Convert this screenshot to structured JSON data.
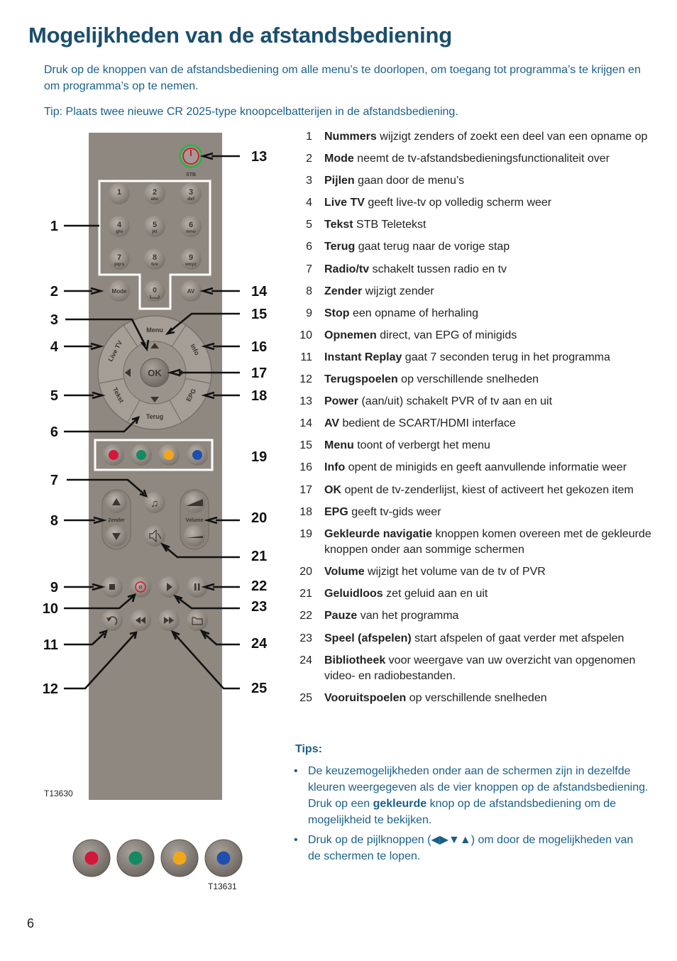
{
  "title": "Mogelijkheden van de afstandsbediening",
  "intro": "Druk op de knoppen van de afstandsbediening om alle menu’s te doorlopen, om toegang tot programma’s te krijgen en om programma’s op te nemen.",
  "tip": "Tip: Plaats twee nieuwe CR 2025-type knoopcelbatterijen in de afstandsbediening.",
  "figure": {
    "remote_code": "T13630",
    "buttons_code": "T13631",
    "stb_label": "STB",
    "numpad": [
      {
        "digit": "1",
        "letters": ""
      },
      {
        "digit": "2",
        "letters": "abc"
      },
      {
        "digit": "3",
        "letters": "def"
      },
      {
        "digit": "4",
        "letters": "ghi"
      },
      {
        "digit": "5",
        "letters": "jkl"
      },
      {
        "digit": "6",
        "letters": "mno"
      },
      {
        "digit": "7",
        "letters": "pqrs"
      },
      {
        "digit": "8",
        "letters": "tuv"
      },
      {
        "digit": "9",
        "letters": "wxyz"
      }
    ],
    "zero": "0",
    "mode": "Mode",
    "av": "AV",
    "menu": "Menu",
    "info": "Info",
    "livetv": "Live TV",
    "tekst": "Tekst",
    "epg": "EPG",
    "terug": "Terug",
    "ok": "OK",
    "zender": "Zender",
    "volume": "Volume",
    "rec": "R",
    "callouts_left": [
      "1",
      "2",
      "3",
      "4",
      "5",
      "6",
      "7",
      "8",
      "9",
      "10",
      "11",
      "12"
    ],
    "callouts_right": [
      "13",
      "14",
      "15",
      "16",
      "17",
      "18",
      "19",
      "20",
      "21",
      "22",
      "23",
      "24",
      "25"
    ],
    "colors": {
      "red": "#d4173a",
      "green": "#138a62",
      "yellow": "#f2a71b",
      "blue": "#1f4fae",
      "body": "#8f8880"
    }
  },
  "features": [
    {
      "num": "1",
      "label": "Nummers",
      "text": " wijzigt zenders of zoekt een deel van een opname op"
    },
    {
      "num": "2",
      "label": "Mode",
      "text": " neemt de tv-afstandsbedieningsfunctionaliteit over"
    },
    {
      "num": "3",
      "label": "Pijlen",
      "text": " gaan door de menu’s"
    },
    {
      "num": "4",
      "label": "Live TV",
      "text": " geeft live-tv op volledig scherm weer"
    },
    {
      "num": "5",
      "label": "Tekst",
      "text": " STB Teletekst"
    },
    {
      "num": "6",
      "label": "Terug",
      "text": " gaat  terug naar de vorige stap"
    },
    {
      "num": "7",
      "label": "Radio/tv",
      "text": " schakelt tussen radio en tv"
    },
    {
      "num": "8",
      "label": "Zender",
      "text": " wijzigt zender"
    },
    {
      "num": "9",
      "label": "Stop",
      "text": " een opname of herhaling"
    },
    {
      "num": "10",
      "label": "Opnemen",
      "text": " direct, van EPG of minigids"
    },
    {
      "num": "11",
      "label": "Instant Replay",
      "text": " gaat 7 seconden terug in het programma"
    },
    {
      "num": "12",
      "label": "Terugspoelen",
      "text": " op verschillende snelheden"
    },
    {
      "num": "13",
      "label": "Power",
      "text": " (aan/uit) schakelt PVR of tv aan en uit"
    },
    {
      "num": "14",
      "label": "AV",
      "text": " bedient de SCART/HDMI interface"
    },
    {
      "num": "15",
      "label": "Menu",
      "text": " toont of verbergt het menu"
    },
    {
      "num": "16",
      "label": "Info",
      "text": " opent de minigids en geeft aanvullende informatie weer"
    },
    {
      "num": "17",
      "label": "OK",
      "text": " opent de tv-zenderlijst, kiest of activeert het gekozen item"
    },
    {
      "num": "18",
      "label": "EPG",
      "text": " geeft tv-gids weer"
    },
    {
      "num": "19",
      "label": "Gekleurde navigatie",
      "text": " knoppen komen overeen met de gekleurde knoppen onder aan sommige schermen"
    },
    {
      "num": "20",
      "label": "Volume",
      "text": " wijzigt het volume van de tv of PVR"
    },
    {
      "num": "21",
      "label": "Geluidloos",
      "text": " zet geluid aan en uit"
    },
    {
      "num": "22",
      "label": "Pauze",
      "text": " van het programma"
    },
    {
      "num": "23",
      "label": "Speel (afspelen)",
      "text": " start afspelen of gaat verder met afspelen"
    },
    {
      "num": "24",
      "label": "Bibliotheek",
      "text": " voor weergave van uw overzicht van opgenomen video- en radiobestanden."
    },
    {
      "num": "25",
      "label": "Vooruitspoelen",
      "text": " op verschillende snelheden"
    }
  ],
  "tips_heading": "Tips:",
  "tips": [
    {
      "pre": "De keuzemogelijkheden onder aan de schermen zijn in dezelfde kleuren weergegeven als de vier knoppen op de afstandsbediening. Druk op een ",
      "bold": "gekleurde",
      "post": " knop op de afstandsbediening om de mogelijkheid te bekijken."
    },
    {
      "pre": "Druk op de pijlknoppen (◀▶▼▲) om door de mogelijkheden van de schermen te lopen.",
      "bold": "",
      "post": ""
    }
  ],
  "page_number": "6"
}
